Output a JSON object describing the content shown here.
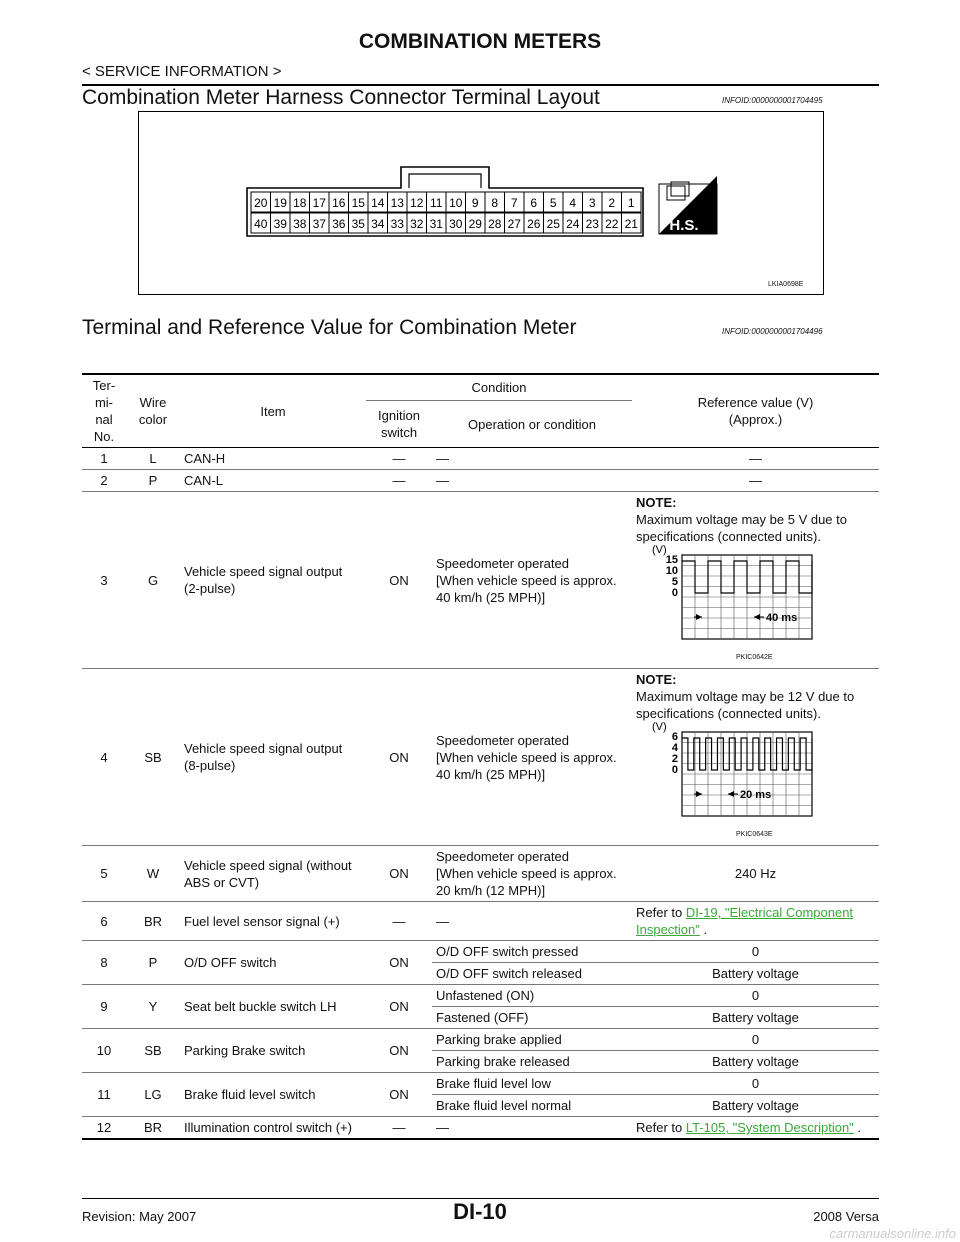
{
  "header": {
    "title": "COMBINATION METERS",
    "subtitle": "< SERVICE INFORMATION >"
  },
  "section1": {
    "title": "Combination Meter Harness Connector Terminal Layout",
    "info": "INFOID:0000000001704495"
  },
  "connector": {
    "top_row": [
      "20",
      "19",
      "18",
      "17",
      "16",
      "15",
      "14",
      "13",
      "12",
      "11",
      "10",
      "9",
      "8",
      "7",
      "6",
      "5",
      "4",
      "3",
      "2",
      "1"
    ],
    "bottom_row": [
      "40",
      "39",
      "38",
      "37",
      "36",
      "35",
      "34",
      "33",
      "32",
      "31",
      "30",
      "29",
      "28",
      "27",
      "26",
      "25",
      "24",
      "23",
      "22",
      "21"
    ],
    "hs_label": "H.S.",
    "fig_code": "LKIA0698E"
  },
  "section2": {
    "title": "Terminal and Reference Value for Combination Meter",
    "info": "INFOID:0000000001704496"
  },
  "table": {
    "headers": {
      "terminal": "Ter-\nmi-\nnal\nNo.",
      "wire": "Wire\ncolor",
      "item": "Item",
      "condition": "Condition",
      "ignition": "Ignition\nswitch",
      "operation": "Operation or condition",
      "reference": "Reference value (V)\n(Approx.)"
    },
    "rows": [
      {
        "no": "1",
        "color": "L",
        "item": "CAN-H",
        "ign": "—",
        "op": "—",
        "ref": "—"
      },
      {
        "no": "2",
        "color": "P",
        "item": "CAN-L",
        "ign": "—",
        "op": "—",
        "ref": "—"
      },
      {
        "no": "3",
        "color": "G",
        "item": "Vehicle speed signal output\n(2-pulse)",
        "ign": "ON",
        "op": "Speedometer operated\n[When vehicle speed is approx.\n40 km/h (25 MPH)]",
        "note_title": "NOTE:",
        "note": "Maximum voltage may be 5 V due to\nspecifications (connected units).",
        "wave": {
          "unit": "(V)",
          "ticks": [
            "15",
            "10",
            "5",
            "0"
          ],
          "period": "40 ms",
          "code": "PKIC0642E"
        }
      },
      {
        "no": "4",
        "color": "SB",
        "item": "Vehicle speed signal output\n(8-pulse)",
        "ign": "ON",
        "op": "Speedometer operated\n[When vehicle speed is approx.\n40 km/h (25 MPH)]",
        "note_title": "NOTE:",
        "note": "Maximum voltage may be 12 V due to\nspecifications (connected units).",
        "wave": {
          "unit": "(V)",
          "ticks": [
            "6",
            "4",
            "2",
            "0"
          ],
          "period": "20 ms",
          "code": "PKIC0643E"
        }
      },
      {
        "no": "5",
        "color": "W",
        "item": "Vehicle speed signal (without\nABS or CVT)",
        "ign": "ON",
        "op": "Speedometer operated\n[When vehicle speed is approx.\n20 km/h (12 MPH)]",
        "ref": "240 Hz"
      },
      {
        "no": "6",
        "color": "BR",
        "item": "Fuel level sensor signal (+)",
        "ign": "—",
        "op": "—",
        "ref_prefix": "Refer to ",
        "ref_link": "DI-19, \"Electrical Component\nInspection\"",
        "ref_suffix": " ."
      },
      {
        "no": "8",
        "color": "P",
        "item": "O/D OFF switch",
        "ign": "ON",
        "sub": [
          {
            "op": "O/D OFF switch pressed",
            "ref": "0"
          },
          {
            "op": "O/D OFF switch released",
            "ref": "Battery voltage"
          }
        ]
      },
      {
        "no": "9",
        "color": "Y",
        "item": "Seat belt buckle switch LH",
        "ign": "ON",
        "sub": [
          {
            "op": "Unfastened (ON)",
            "ref": "0"
          },
          {
            "op": "Fastened (OFF)",
            "ref": "Battery voltage"
          }
        ]
      },
      {
        "no": "10",
        "color": "SB",
        "item": "Parking Brake switch",
        "ign": "ON",
        "sub": [
          {
            "op": "Parking brake applied",
            "ref": "0"
          },
          {
            "op": "Parking brake released",
            "ref": "Battery voltage"
          }
        ]
      },
      {
        "no": "11",
        "color": "LG",
        "item": "Brake fluid level switch",
        "ign": "ON",
        "sub": [
          {
            "op": "Brake fluid level low",
            "ref": "0"
          },
          {
            "op": "Brake fluid level normal",
            "ref": "Battery voltage"
          }
        ]
      },
      {
        "no": "12",
        "color": "BR",
        "item": "Illumination control switch (+)",
        "ign": "—",
        "op": "—",
        "ref_prefix": "Refer to ",
        "ref_link": "LT-105, \"System Description\"",
        "ref_suffix": " ."
      }
    ]
  },
  "footer": {
    "revision": "Revision: May 2007",
    "page": "DI-10",
    "model": "2008 Versa",
    "watermark": "carmanualsonline.info"
  }
}
